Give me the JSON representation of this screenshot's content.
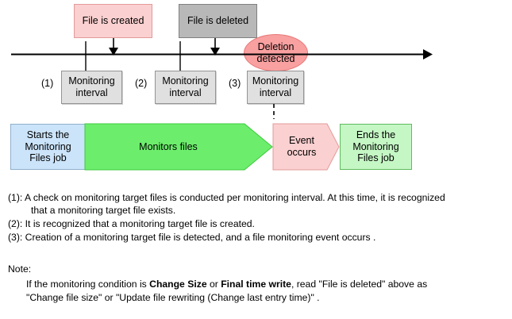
{
  "diagram": {
    "timeline": {
      "events": [
        {
          "label": "File is created",
          "style": "pink"
        },
        {
          "label": "File is deleted",
          "style": "gray"
        }
      ],
      "detection_bubble": {
        "line1": "Deletion",
        "line2": "detected"
      },
      "intervals": [
        {
          "index": "(1)",
          "line1": "Monitoring",
          "line2": "interval"
        },
        {
          "index": "(2)",
          "line1": "Monitoring",
          "line2": "interval"
        },
        {
          "index": "(3)",
          "line1": "Monitoring",
          "line2": "interval"
        }
      ]
    },
    "flow": {
      "start": {
        "line1": "Starts the",
        "line2": "Monitoring",
        "line3": "Files job"
      },
      "monitor": {
        "label": "Monitors files"
      },
      "event": {
        "line1": "Event",
        "line2": "occurs"
      },
      "end": {
        "line1": "Ends the",
        "line2": "Monitoring",
        "line3": "Files job"
      }
    }
  },
  "footnotes": [
    {
      "marker": "(1):",
      "line1": "A check on monitoring target files is conducted per monitoring interval. At this time, it is recognized",
      "line2": "that a monitoring target file exists."
    },
    {
      "marker": "(2):",
      "line1": "It is recognized that a monitoring target file is created.",
      "line2": ""
    },
    {
      "marker": "(3):",
      "line1": "Creation of a monitoring target file is detected, and a file monitoring event occurs .",
      "line2": ""
    }
  ],
  "note": {
    "heading": "Note:",
    "line1_a": "If the monitoring condition is ",
    "line1_bold1": "Change Size",
    "line1_b": " or ",
    "line1_bold2": "Final time write",
    "line1_c": ", read \"File is deleted\" above as",
    "line2": "\"Change file size\" or \"Update file rewriting (Change last entry time)\" ."
  },
  "colors": {
    "pink_fill": "#FBD0D0",
    "gray_fill": "#B8B8B8",
    "interval_fill": "#E0E0E0",
    "bubble_fill": "#F9A0A0",
    "blue_fill": "#CBE4FA",
    "green_fill": "#6CEE6C",
    "light_green_fill": "#C5F7C5",
    "line": "#000000"
  }
}
